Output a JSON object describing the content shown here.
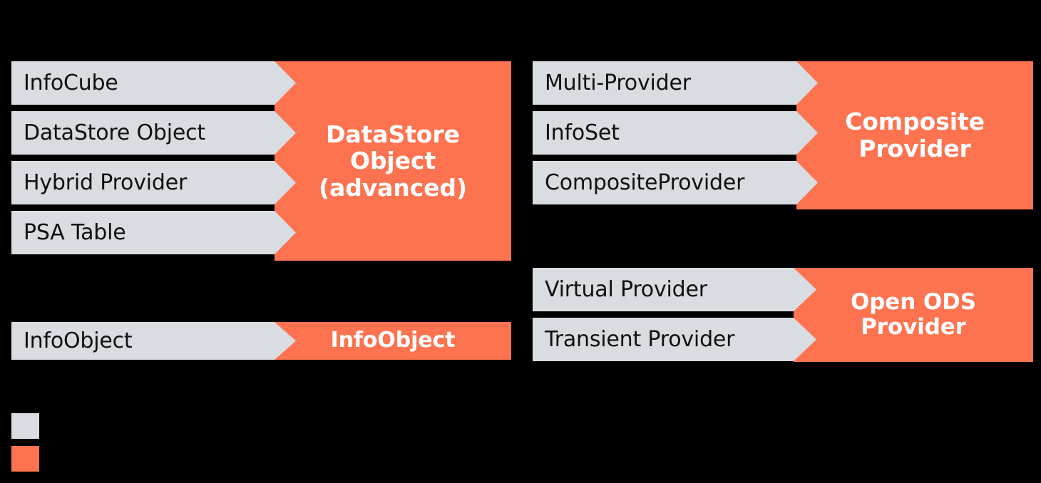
{
  "page": {
    "background_color": "#000000",
    "legacy_color": "#D9DCE1",
    "new_color": "#FD7350",
    "legacy_text_color": "#111111",
    "new_text_color": "#FFFFFF"
  },
  "groups": [
    {
      "id": "datastore-object-advanced",
      "target_label": "DataStore\nObject\n(advanced)",
      "target_label_lines": [
        "DataStore",
        "Object",
        "(advanced)"
      ],
      "sources": [
        {
          "label": "InfoCube"
        },
        {
          "label": "DataStore Object"
        },
        {
          "label": "Hybrid Provider"
        },
        {
          "label": "PSA Table"
        }
      ]
    },
    {
      "id": "composite-provider",
      "target_label": "Composite\nProvider",
      "target_label_lines": [
        "Composite",
        "Provider"
      ],
      "sources": [
        {
          "label": "Multi-Provider"
        },
        {
          "label": "InfoSet"
        },
        {
          "label": "CompositeProvider"
        }
      ]
    },
    {
      "id": "open-ods-provider",
      "target_label": "Open ODS\nProvider",
      "target_label_lines": [
        "Open ODS",
        "Provider"
      ],
      "sources": [
        {
          "label": "Virtual Provider"
        },
        {
          "label": "Transient Provider"
        }
      ]
    },
    {
      "id": "infoobject",
      "target_label": "InfoObject",
      "target_label_lines": [
        "InfoObject"
      ],
      "sources": [
        {
          "label": "InfoObject"
        }
      ]
    }
  ],
  "legend": {
    "items": [
      {
        "swatch_color": "#D9DCE1",
        "label": ""
      },
      {
        "swatch_color": "#FD7350",
        "label": ""
      }
    ]
  }
}
